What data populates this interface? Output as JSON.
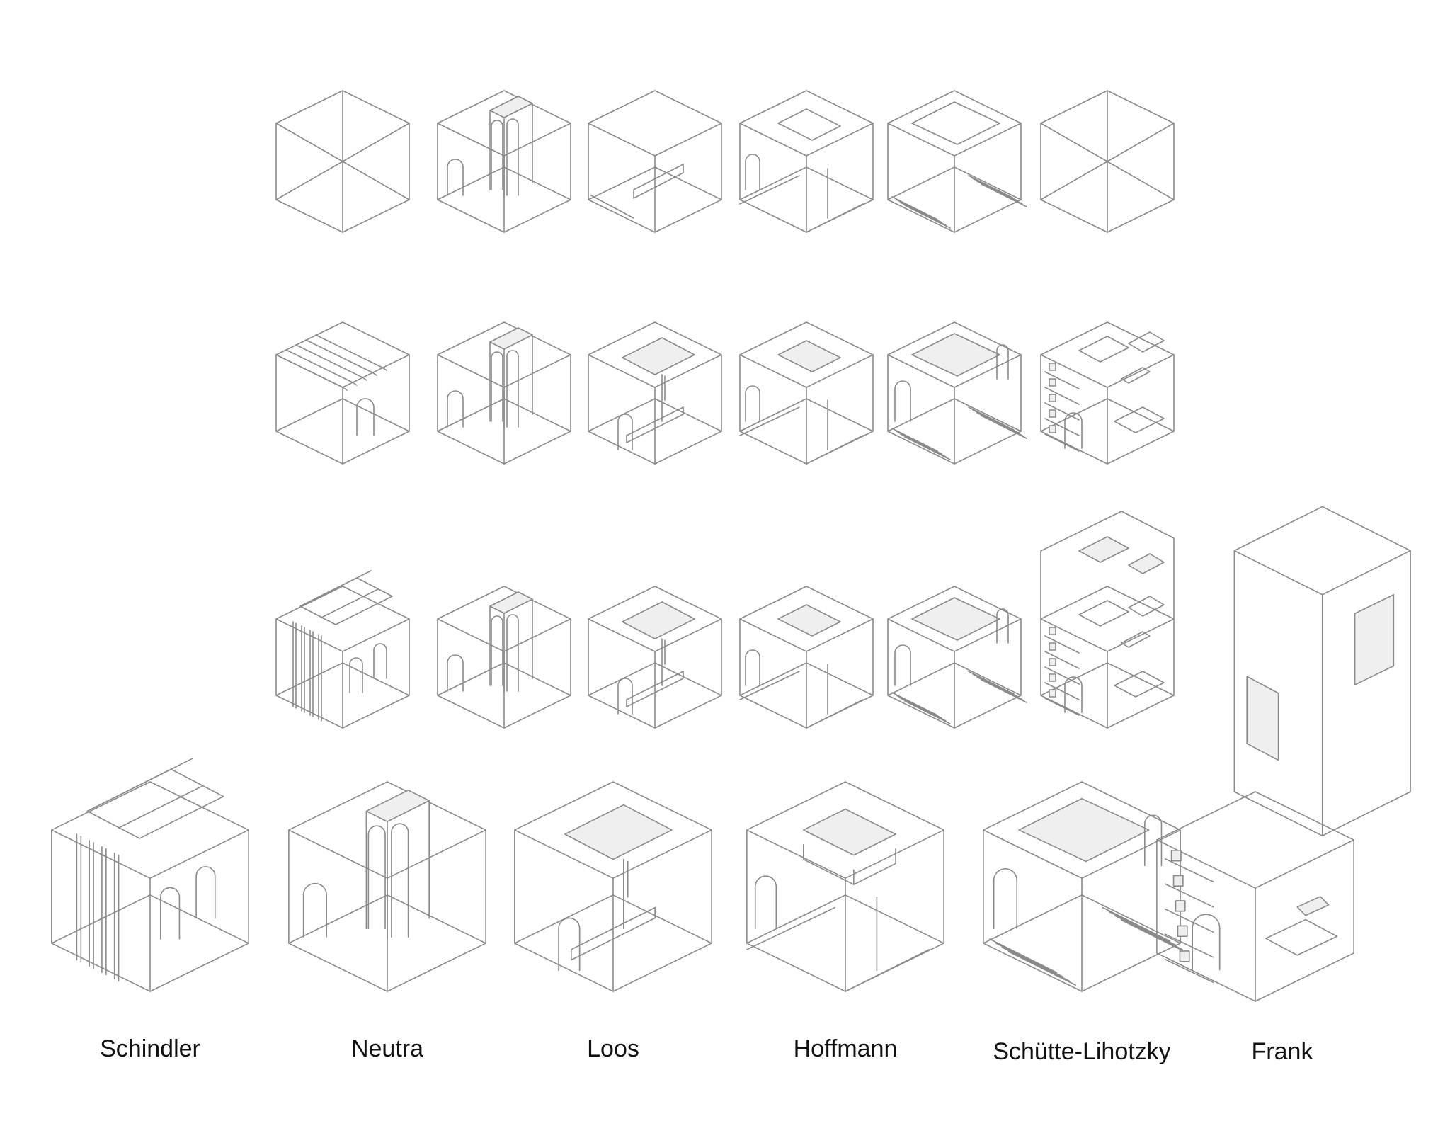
{
  "figure": {
    "style": {
      "line_color": "#8a8a8a",
      "fill_color": "#efefef",
      "background": "#ffffff",
      "text_color": "#111111"
    },
    "architects": [
      "Schindler",
      "Neutra",
      "Loos",
      "Hoffmann",
      "Schütte-Lihotzky",
      "Frank"
    ],
    "rows": [
      [
        "diagonal-cube",
        "column-arches",
        "step-floor",
        "open-plan",
        "stair-lines",
        "diagonal-cube"
      ],
      [
        "beam-roof",
        "column-arches",
        "skylight-ledge",
        "arch-skylight",
        "stair-skylight",
        "shelves-furniture"
      ],
      [
        "grid-frame",
        "column-arches",
        "skylight-ledge",
        "arch-skylight",
        "stair-skylight",
        "stacked-shelves"
      ],
      [
        "grid-frame",
        "column-arches",
        "skylight-ledge",
        "box-skylight",
        "stair-skylight",
        "double-volume"
      ]
    ]
  }
}
